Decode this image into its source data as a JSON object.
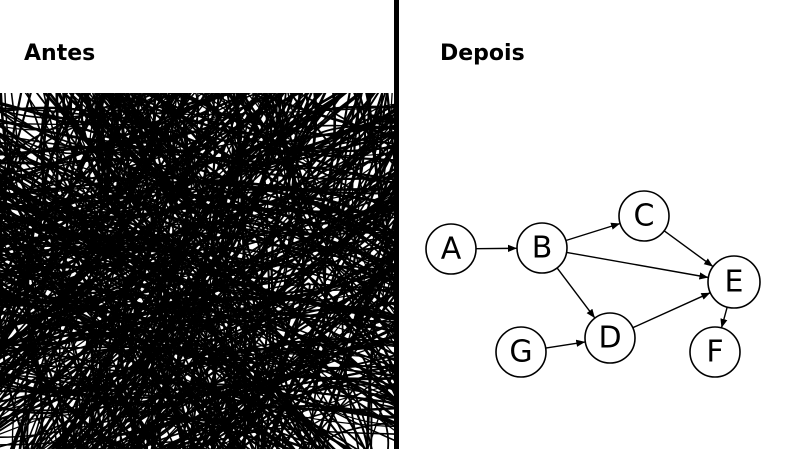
{
  "panels": {
    "before": {
      "title": "Antes"
    },
    "after": {
      "title": "Depois"
    }
  },
  "graph": {
    "nodes": [
      {
        "id": "A",
        "label": "A"
      },
      {
        "id": "B",
        "label": "B"
      },
      {
        "id": "C",
        "label": "C"
      },
      {
        "id": "D",
        "label": "D"
      },
      {
        "id": "E",
        "label": "E"
      },
      {
        "id": "F",
        "label": "F"
      },
      {
        "id": "G",
        "label": "G"
      }
    ],
    "edges": [
      {
        "from": "A",
        "to": "B"
      },
      {
        "from": "B",
        "to": "C"
      },
      {
        "from": "B",
        "to": "E"
      },
      {
        "from": "B",
        "to": "D"
      },
      {
        "from": "C",
        "to": "E"
      },
      {
        "from": "D",
        "to": "E"
      },
      {
        "from": "G",
        "to": "D"
      },
      {
        "from": "E",
        "to": "F"
      }
    ]
  },
  "colors": {
    "ink": "#000000",
    "background": "#ffffff"
  }
}
